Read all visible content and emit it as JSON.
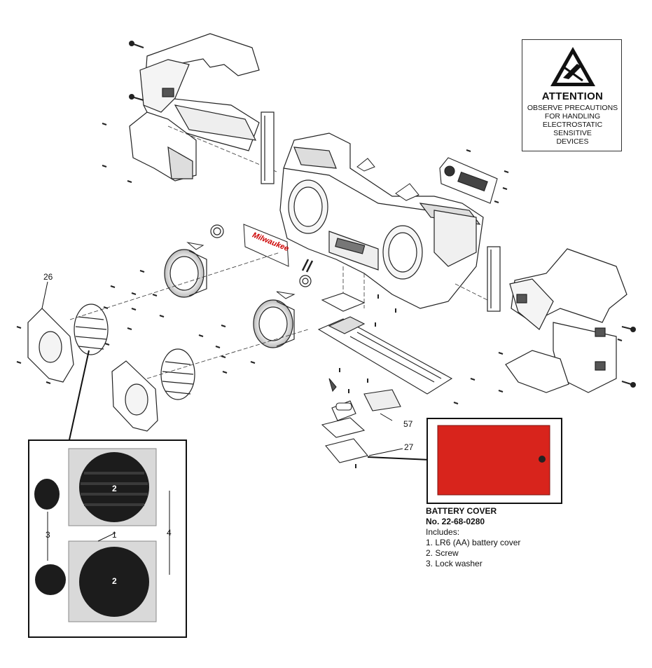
{
  "attention": {
    "title": "ATTENTION",
    "lines": [
      "OBSERVE PRECAUTIONS",
      "FOR HANDLING",
      "ELECTROSTATIC",
      "SENSITIVE",
      "DEVICES"
    ]
  },
  "callouts": {
    "c26": "26",
    "c57": "57",
    "c27": "27"
  },
  "logo_text": "Milwaukee",
  "inset": {
    "n2a": "2",
    "n2b": "2",
    "n1": "1",
    "n3": "3",
    "n4": "4"
  },
  "battery_cover": {
    "title": "BATTERY COVER",
    "number": "No. 22-68-0280",
    "includes_label": "Includes:",
    "items": [
      "1. LR6 (AA) battery cover",
      "2. Screw",
      "3. Lock washer"
    ],
    "color": "#d8241c"
  }
}
